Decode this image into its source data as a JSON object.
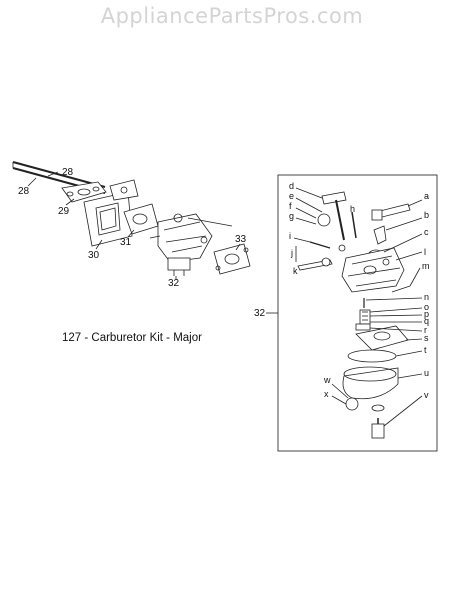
{
  "header": {
    "site_title": "AppliancePartsPros.com"
  },
  "caption": "127 - Carburetor Kit - Major",
  "callouts": {
    "c28a": "28",
    "c28b": "28",
    "c29": "29",
    "c30": "30",
    "c31": "31",
    "c32a": "32",
    "c33": "33",
    "c32b": "32",
    "a": "a",
    "b": "b",
    "c": "c",
    "d": "d",
    "e": "e",
    "f": "f",
    "g": "g",
    "h": "h",
    "i": "i",
    "j": "j",
    "k": "k",
    "l": "l",
    "m": "m",
    "n": "n",
    "o": "o",
    "p": "p",
    "q": "q",
    "r": "r",
    "s": "s",
    "t": "t",
    "u": "u",
    "v": "v",
    "w": "w",
    "x": "x"
  }
}
